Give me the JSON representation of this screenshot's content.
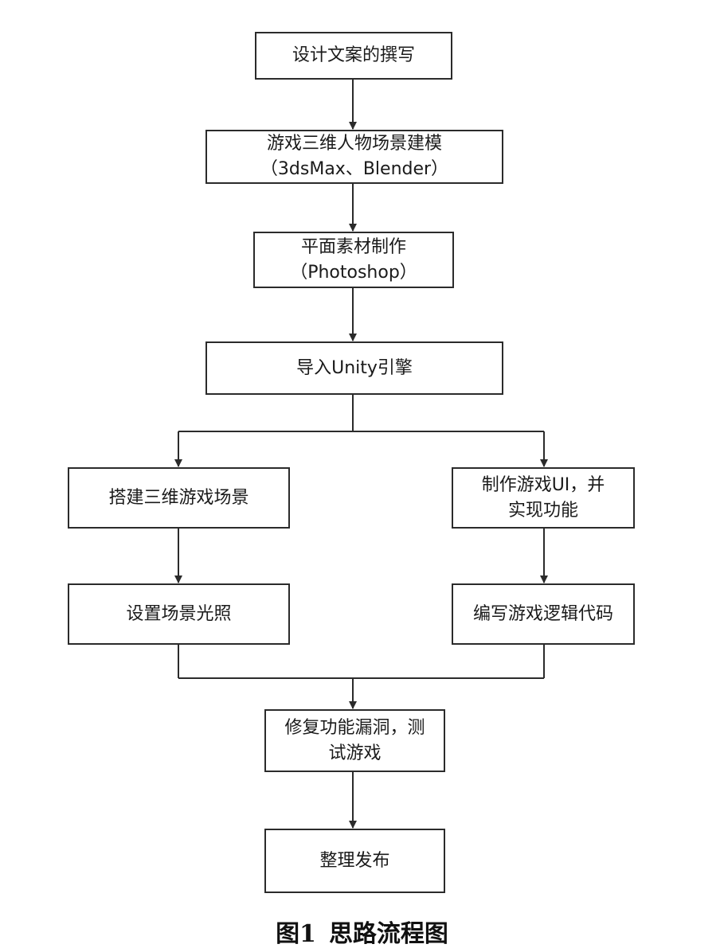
{
  "nodes": {
    "copywriting": {
      "lines": [
        "设计文案的撰写"
      ]
    },
    "modeling": {
      "lines": [
        "游戏三维人物场景建模",
        "（3dsMax、Blender）"
      ]
    },
    "graphics": {
      "lines": [
        "平面素材制作",
        "（Photoshop）"
      ]
    },
    "import_unity": {
      "lines": [
        "导入Unity引擎"
      ]
    },
    "build_scene": {
      "lines": [
        "搭建三维游戏场景"
      ]
    },
    "make_ui": {
      "lines": [
        "制作游戏UI，并",
        "实现功能"
      ]
    },
    "lighting": {
      "lines": [
        "设置场景光照"
      ]
    },
    "logic_code": {
      "lines": [
        "编写游戏逻辑代码"
      ]
    },
    "fix_test": {
      "lines": [
        "修复功能漏洞，测",
        "试游戏"
      ]
    },
    "release": {
      "lines": [
        "整理发布"
      ]
    }
  },
  "caption": {
    "number": "图1",
    "title": "思路流程图"
  },
  "colors": {
    "stroke": "#2b2b2b",
    "text": "#1a1a1a"
  }
}
